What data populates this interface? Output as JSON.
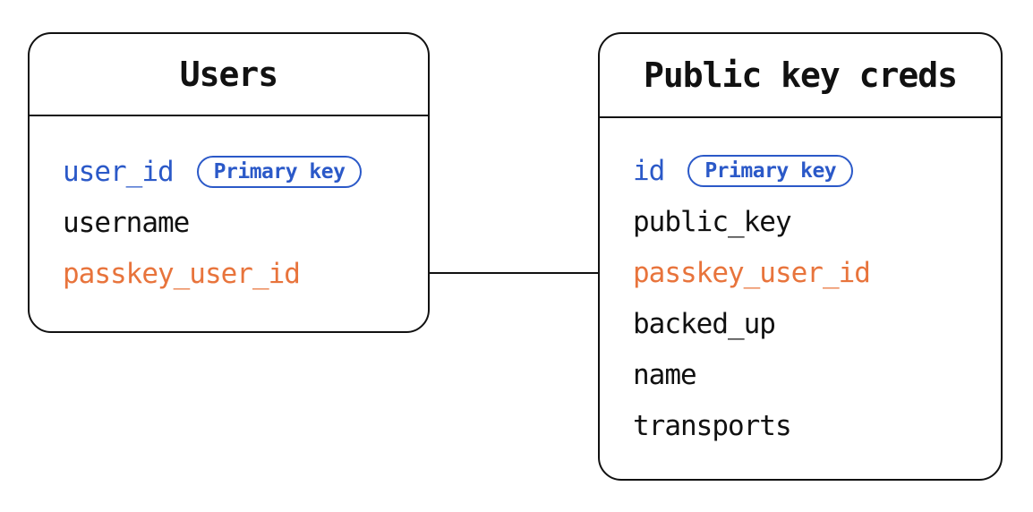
{
  "diagram": {
    "colors": {
      "primary_key_blue": "#2b59c8",
      "relation_orange": "#e8743c",
      "line_black": "#111111"
    },
    "connection": {
      "from_table": "Users",
      "from_field": "passkey_user_id",
      "to_table": "Public key creds",
      "to_field": "passkey_user_id"
    },
    "tables": [
      {
        "title": "Users",
        "fields": [
          {
            "name": "user_id",
            "badge": "Primary key",
            "color": "blue"
          },
          {
            "name": "username",
            "color": "black"
          },
          {
            "name": "passkey_user_id",
            "color": "orange"
          }
        ]
      },
      {
        "title": "Public key creds",
        "fields": [
          {
            "name": "id",
            "badge": "Primary key",
            "color": "blue"
          },
          {
            "name": "public_key",
            "color": "black"
          },
          {
            "name": "passkey_user_id",
            "color": "orange"
          },
          {
            "name": "backed_up",
            "color": "black"
          },
          {
            "name": "name",
            "color": "black"
          },
          {
            "name": "transports",
            "color": "black"
          }
        ]
      }
    ]
  }
}
